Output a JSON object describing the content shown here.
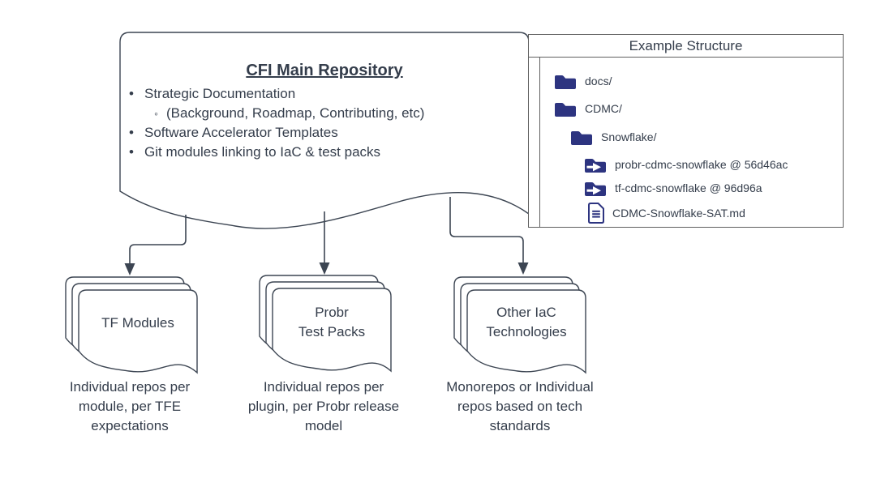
{
  "main_box": {
    "title": "CFI Main Repository",
    "bullets": [
      {
        "level": 1,
        "text": "Strategic Documentation"
      },
      {
        "level": 2,
        "text": "(Background, Roadmap, Contributing, etc)"
      },
      {
        "level": 1,
        "text": "Software Accelerator Templates"
      },
      {
        "level": 1,
        "text": "Git modules linking to IaC & test packs"
      }
    ]
  },
  "example_panel": {
    "title": "Example Structure",
    "tree": [
      {
        "icon": "folder-icon",
        "indent": 0,
        "label": "docs/"
      },
      {
        "icon": "folder-icon",
        "indent": 0,
        "label": "CDMC/"
      },
      {
        "icon": "folder-icon",
        "indent": 1,
        "label": "Snowflake/"
      },
      {
        "icon": "submodule-icon",
        "indent": 2,
        "label": "probr-cdmc-snowflake @ 56d46ac"
      },
      {
        "icon": "submodule-icon",
        "indent": 2,
        "label": "tf-cdmc-snowflake @ 96d96a"
      },
      {
        "icon": "file-icon",
        "indent": 2,
        "label": "CDMC-Snowflake-SAT.md"
      }
    ]
  },
  "stacks": [
    {
      "label": "TF Modules",
      "caption": "Individual repos per\nmodule, per TFE\nexpectations"
    },
    {
      "label": "Probr\nTest Packs",
      "caption": "Individual repos per\nplugin, per Probr release\nmodel"
    },
    {
      "label": "Other IaC\nTechnologies",
      "caption": "Monorepos or Individual\nrepos based on tech\nstandards"
    }
  ],
  "colors": {
    "icon_navy": "#2d3480",
    "line_dark": "#3c4552",
    "panel_border": "#5f5f5f",
    "text": "#343d4b",
    "background": "#ffffff"
  }
}
